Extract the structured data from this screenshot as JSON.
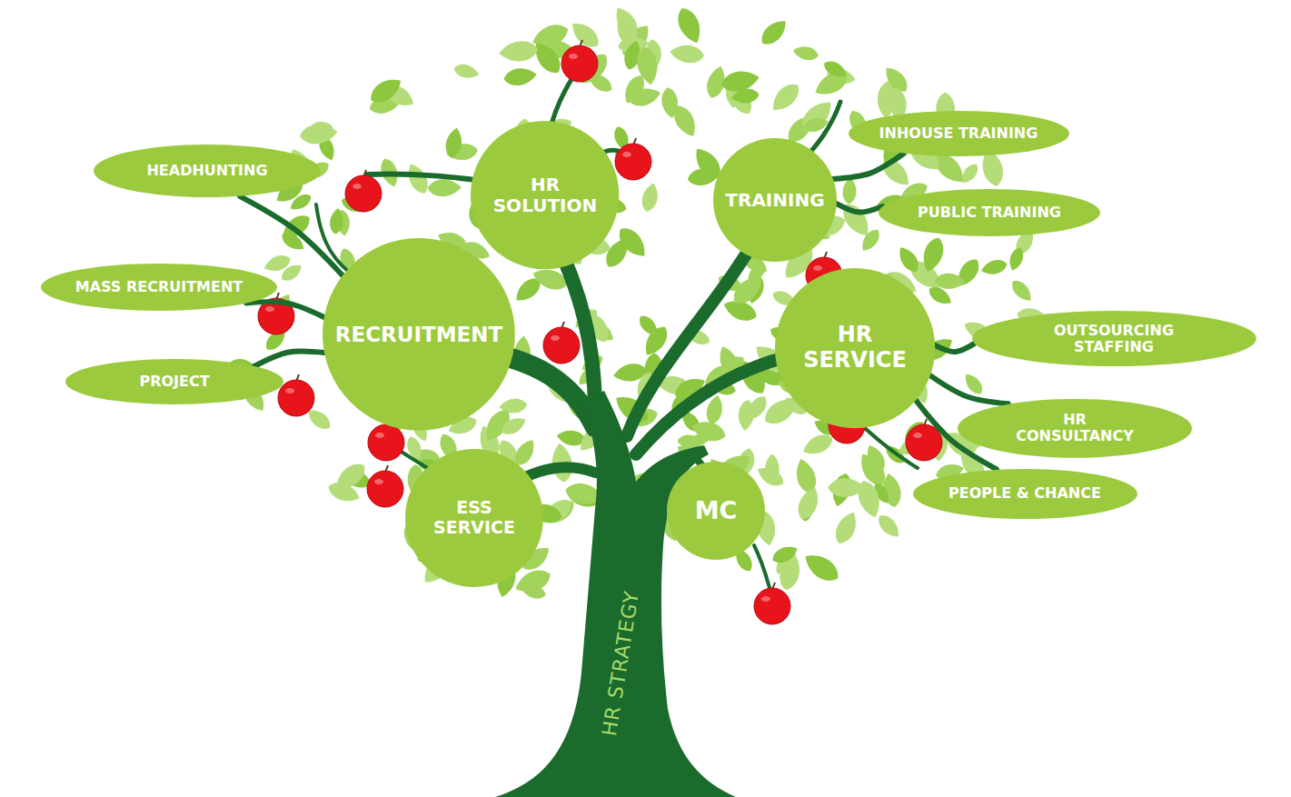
{
  "diagram": {
    "nodes": [
      {
        "text": [
          "HEADHUNTING"
        ]
      },
      {
        "text": [
          "HR SOLUTION"
        ]
      },
      {
        "text": [
          "TRAINING"
        ]
      },
      {
        "text": [
          "INHOUSE TRAINING"
        ]
      },
      {
        "text": [
          "PUBLIC TRAINING"
        ]
      },
      {
        "text": [
          "MASS RECRUITMENT"
        ]
      },
      {
        "text": [
          "RECRUITMENT"
        ]
      },
      {
        "text": [
          "HR SERVICE"
        ]
      },
      {
        "text": [
          "OUTSOURCING STAFFING"
        ]
      },
      {
        "text": [
          "PROJECT"
        ]
      },
      {
        "text": [
          "HR CONSULTANCY"
        ]
      },
      {
        "text": [
          "PEOPLE & CHANCE"
        ]
      },
      {
        "text": [
          "ESS SERVICE"
        ]
      },
      {
        "text": [
          "MC"
        ]
      }
    ],
    "edges": [
      {
        "from": 6,
        "to": 0,
        "arrow": "none"
      },
      {
        "from": 6,
        "to": 5,
        "arrow": "none"
      },
      {
        "from": 6,
        "to": 9,
        "arrow": "none"
      },
      {
        "from": 2,
        "to": 3,
        "arrow": "none"
      },
      {
        "from": 2,
        "to": 4,
        "arrow": "none"
      },
      {
        "from": 7,
        "to": 8,
        "arrow": "none"
      },
      {
        "from": 7,
        "to": 10,
        "arrow": "none"
      },
      {
        "from": 7,
        "to": 11,
        "arrow": "none"
      }
    ],
    "labels": [
      "HR STRATEGY"
    ]
  }
}
